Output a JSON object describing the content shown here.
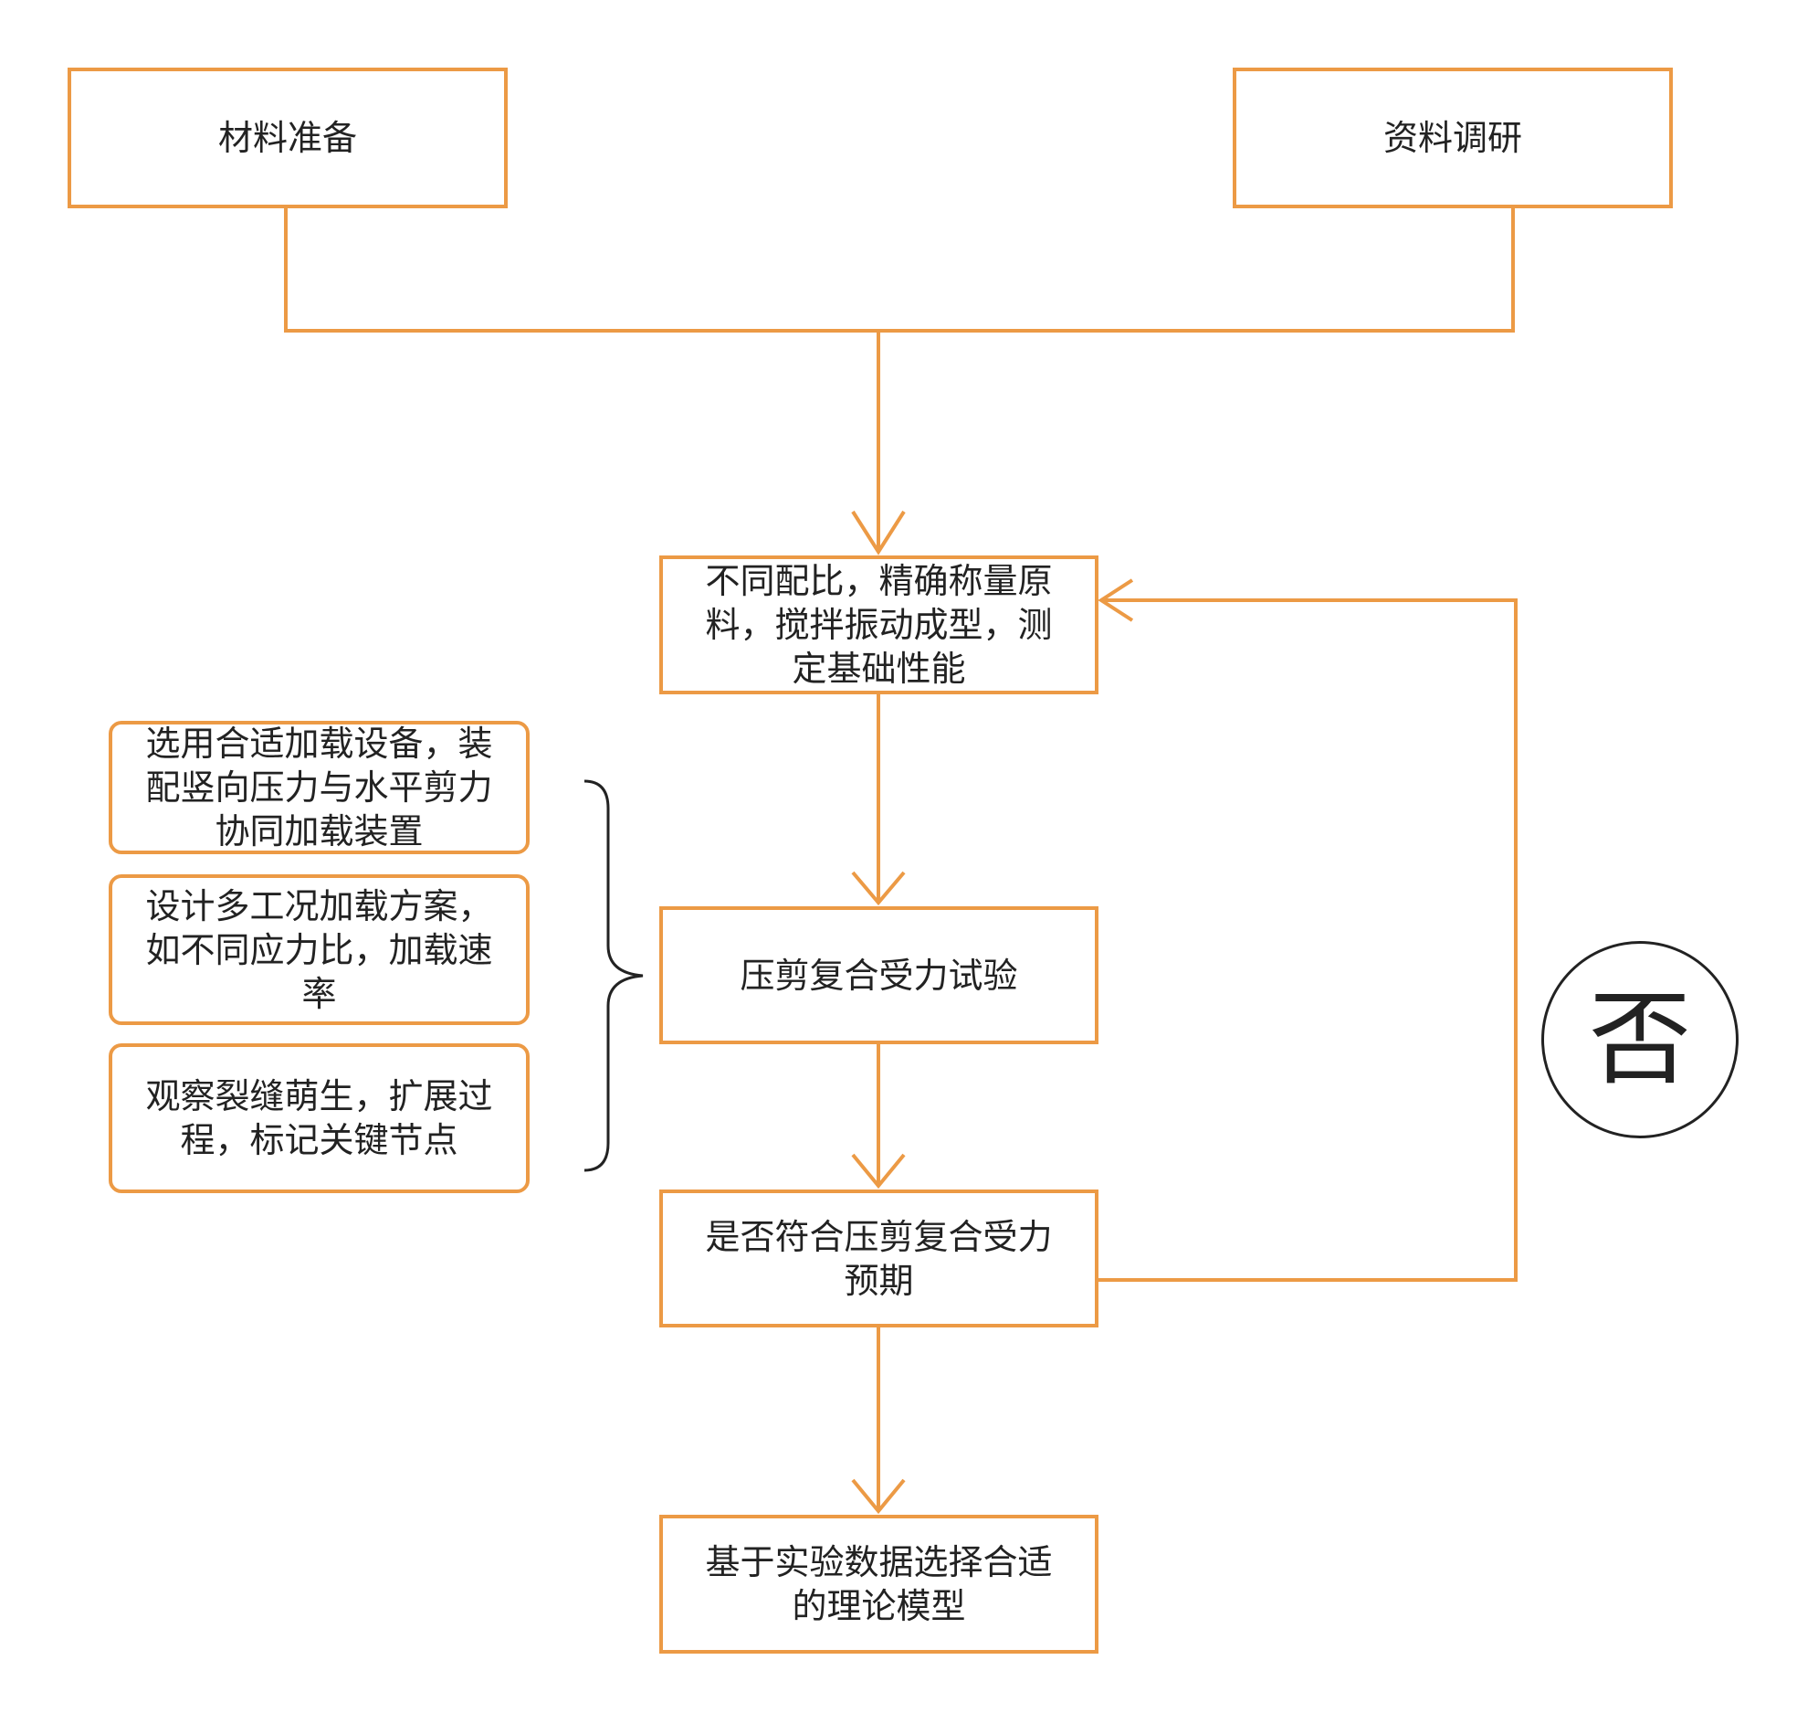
{
  "colors": {
    "stroke": "#ec9a45",
    "text": "#222222",
    "background": "#ffffff"
  },
  "nodes": {
    "materials": "材料准备",
    "research": "资料调研",
    "mixing": "不同配比，精确称量原料，搅拌振动成型，测定基础性能",
    "test": "压剪复合受力试验",
    "decision": "是否符合压剪复合受力预期",
    "model": "基于实验数据选择合适的理论模型"
  },
  "test_details": [
    "选用合适加载设备，装配竖向压力与水平剪力协同加载装置",
    "设计多工况加载方案，如不同应力比，加载速率",
    "观察裂缝萌生，扩展过程，标记关键节点"
  ],
  "loop_label": "否"
}
